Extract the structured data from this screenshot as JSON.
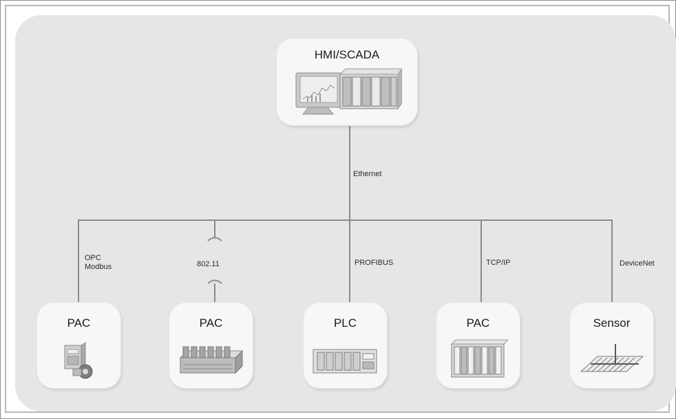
{
  "top": {
    "title": "HMI/SCADA",
    "icon": "hmi-scada-workstation-icon"
  },
  "link_labels": {
    "ethernet": "Ethernet",
    "opc_line1": "OPC",
    "opc_line2": "Modbus",
    "wifi": "802.11",
    "profibus": "PROFIBUS",
    "tcpip": "TCP/IP",
    "devicenet": "DeviceNet"
  },
  "devices": [
    {
      "title": "PAC",
      "icon": "pac-controller-icon"
    },
    {
      "title": "PAC",
      "icon": "pac-rack-icon"
    },
    {
      "title": "PLC",
      "icon": "plc-icon"
    },
    {
      "title": "PAC",
      "icon": "pac-modular-icon"
    },
    {
      "title": "Sensor",
      "icon": "sensor-icon"
    }
  ],
  "colors": {
    "background": "#e6e6e6",
    "box": "#f7f7f7",
    "line": "#8a8a8a"
  }
}
